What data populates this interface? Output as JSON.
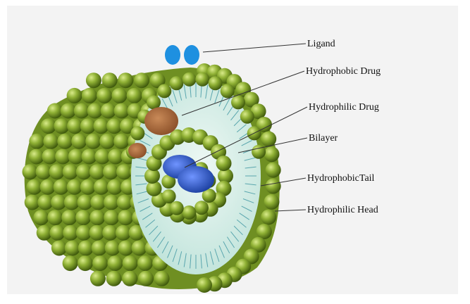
{
  "labels": {
    "ligand": "Ligand",
    "hydrophobic_drug": "Hydrophobic Drug",
    "hydrophilic_drug": "Hydrophilic Drug",
    "bilayer": "Bilayer",
    "hydrophobic_tail": "HydrophobicTail",
    "hydrophilic_head": "Hydrophilic Head"
  },
  "colors": {
    "background": "#f2f2f2",
    "lipid_head": "#7e9e2a",
    "lipid_head_light": "#c7dd74",
    "lipid_head_dark": "#425c0c",
    "core": "#d3ece6",
    "tail": "#5aa6ae",
    "hydrophobic_drug": "#a96a3e",
    "hydrophilic_drug": "#2f5ec9",
    "ligand": "#1e90e0",
    "leader_line": "#333333"
  }
}
